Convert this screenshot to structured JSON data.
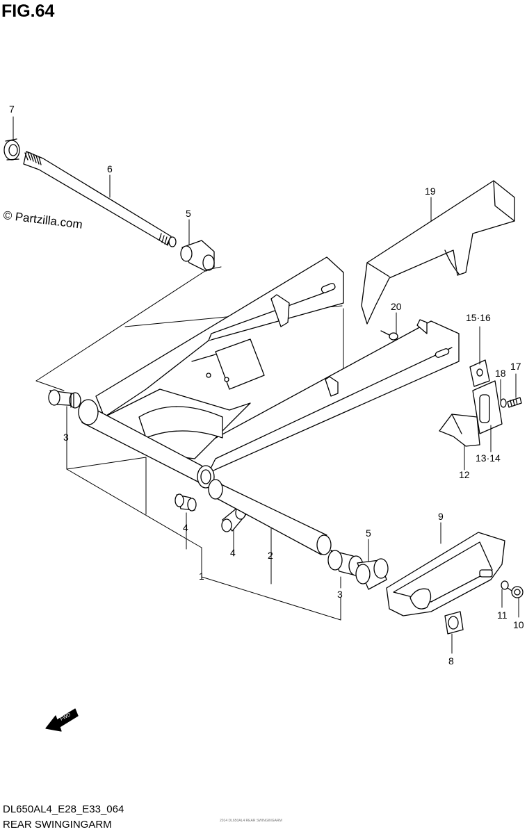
{
  "figure": {
    "number_label": "FIG.64",
    "watermark": "© Partzilla.com",
    "model_code": "DL650AL4_E28_E33_064",
    "caption": "REAR SWINGINGARM",
    "footer_note": "2014 DL650AL4 REAR SWINGINGARM"
  },
  "direction_marker": {
    "label": "FWD"
  },
  "callouts": [
    {
      "id": "c7",
      "text": "7"
    },
    {
      "id": "c6",
      "text": "6"
    },
    {
      "id": "c5a",
      "text": "5"
    },
    {
      "id": "c19",
      "text": "19"
    },
    {
      "id": "c20",
      "text": "20"
    },
    {
      "id": "c1516",
      "text": "15·16"
    },
    {
      "id": "c17",
      "text": "17"
    },
    {
      "id": "c18",
      "text": "18"
    },
    {
      "id": "c3a",
      "text": "3"
    },
    {
      "id": "c1314",
      "text": "13·14"
    },
    {
      "id": "c12",
      "text": "12"
    },
    {
      "id": "c4a",
      "text": "4"
    },
    {
      "id": "c4b",
      "text": "4"
    },
    {
      "id": "c2",
      "text": "2"
    },
    {
      "id": "c1",
      "text": "1"
    },
    {
      "id": "c5b",
      "text": "5"
    },
    {
      "id": "c9",
      "text": "9"
    },
    {
      "id": "c3b",
      "text": "3"
    },
    {
      "id": "c11",
      "text": "11"
    },
    {
      "id": "c10",
      "text": "10"
    },
    {
      "id": "c8",
      "text": "8"
    }
  ]
}
